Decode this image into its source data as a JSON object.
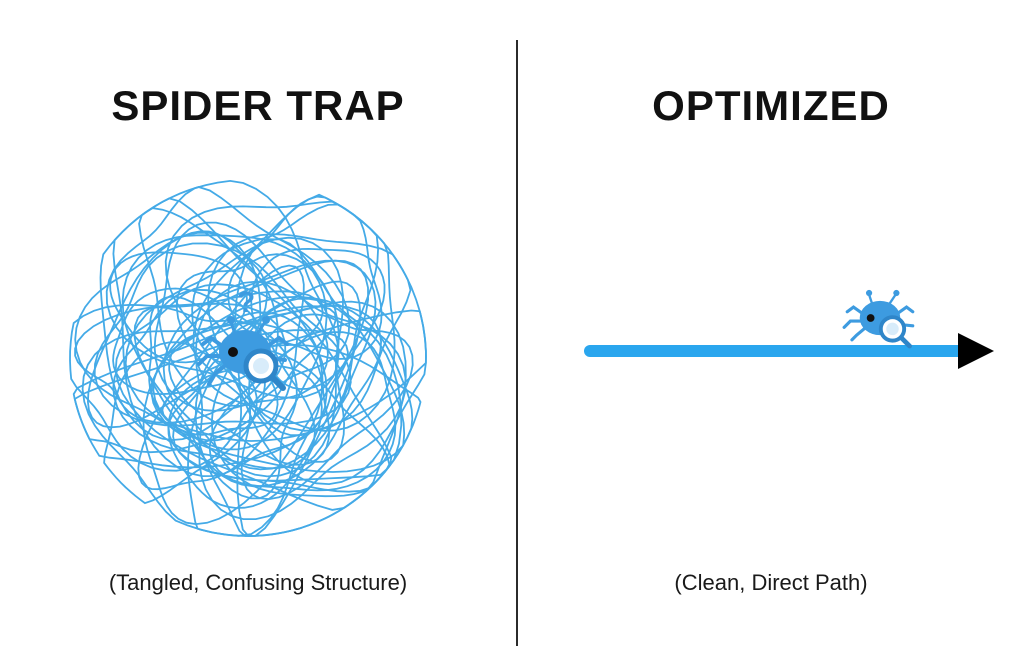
{
  "left_panel": {
    "title": "SPIDER TRAP",
    "caption": "(Tangled, Confusing Structure)",
    "question_mark": "?"
  },
  "right_panel": {
    "title": "OPTIMIZED",
    "caption": "(Clean, Direct Path)"
  },
  "colors": {
    "tangle_blue": "#3aa6e6",
    "bot_blue": "#3d9be0",
    "path_blue": "#2aa6ee",
    "arrow_black": "#000000",
    "divider": "#2b2b2b"
  },
  "icons": [
    "tangled-web-icon",
    "spider-bot-icon",
    "magnifier-icon",
    "question-mark-icon",
    "straight-path-arrow-icon"
  ]
}
